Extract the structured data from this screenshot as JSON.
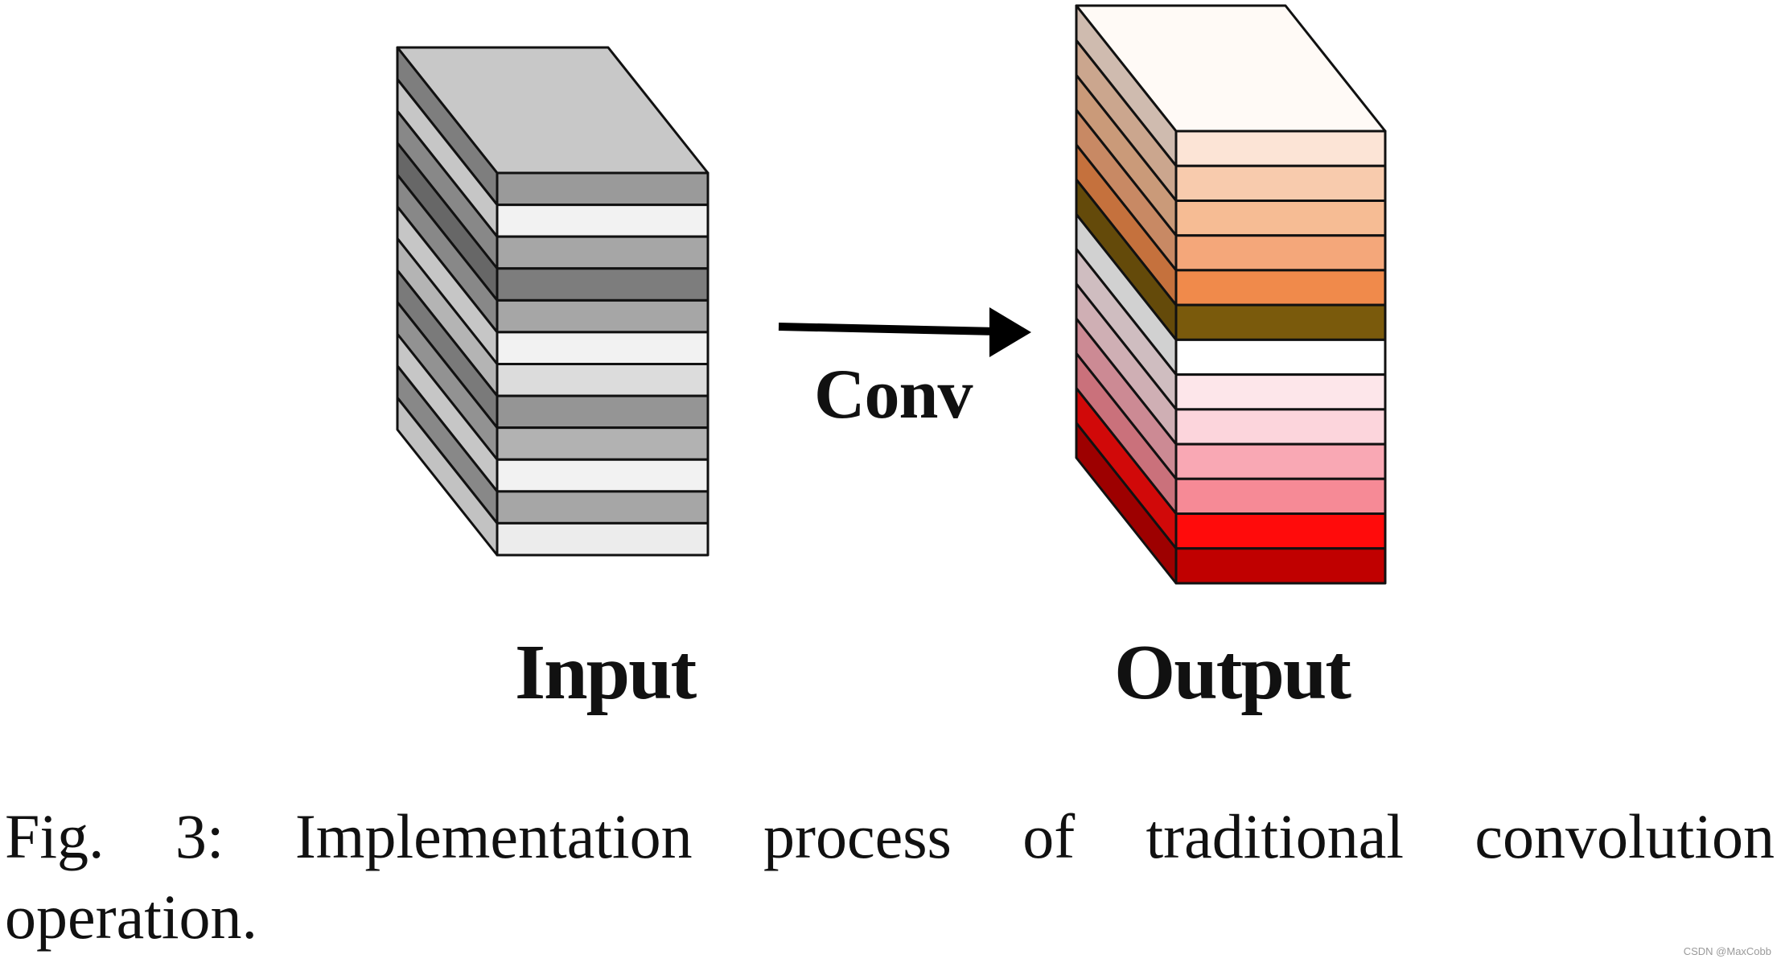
{
  "diagram": {
    "input_label": "Input",
    "output_label": "Output",
    "arrow_label": "Conv",
    "input_layer_colors": [
      "#9a9a9a",
      "#f2f2f2",
      "#a6a6a6",
      "#7d7d7d",
      "#a6a6a6",
      "#f2f2f2",
      "#dcdcdc",
      "#959595",
      "#b2b2b2",
      "#f2f2f2",
      "#a6a6a6",
      "#ececec"
    ],
    "input_top_color": "#c8c8c8",
    "output_layer_colors": [
      "#fce4d6",
      "#f8cbad",
      "#f6bc94",
      "#f4a77a",
      "#f08a4b",
      "#7a5a0c",
      "#ffffff",
      "#fde6ea",
      "#fcd5dc",
      "#f9a8b4",
      "#f68a96",
      "#ff0b0b",
      "#c00000"
    ],
    "output_top_color": "#fffaf6"
  },
  "caption": {
    "line1": "Fig. 3: Implementation process of traditional convolution",
    "line2": "operation."
  },
  "watermark": "CSDN @MaxCobb"
}
